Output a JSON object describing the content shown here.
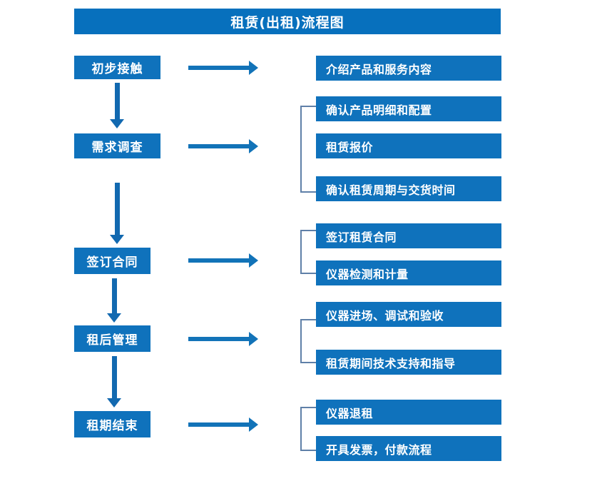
{
  "title": "租赁(出租)流程图",
  "colors": {
    "box_blue": "#0f72bc",
    "title_blue": "#0770bd",
    "arrow_blue": "#1269b0",
    "bracket_gray_blue": "#5f80a8",
    "text_white": "#ffffff",
    "background": "#ffffff"
  },
  "flow": {
    "stages": [
      {
        "label": "初步接触"
      },
      {
        "label": "需求调查"
      },
      {
        "label": "签订合同"
      },
      {
        "label": "租后管理"
      },
      {
        "label": "租期结束"
      }
    ],
    "details": [
      {
        "label": "介绍产品和服务内容"
      },
      {
        "label": "确认产品明细和配置"
      },
      {
        "label": "租赁报价"
      },
      {
        "label": "确认租赁周期与交货时间"
      },
      {
        "label": "签订租赁合同"
      },
      {
        "label": "仪器检测和计量"
      },
      {
        "label": "仪器进场、调试和验收"
      },
      {
        "label": "租赁期间技术支持和指导"
      },
      {
        "label": "仪器退租"
      },
      {
        "label": "开具发票，付款流程"
      }
    ],
    "groups": [
      {
        "stage": "需求调查",
        "items": [
          "确认产品明细和配置",
          "租赁报价",
          "确认租赁周期与交货时间"
        ]
      },
      {
        "stage": "签订合同",
        "items": [
          "签订租赁合同",
          "仪器检测和计量"
        ]
      },
      {
        "stage": "租后管理",
        "items": [
          "仪器进场、调试和验收",
          "租赁期间技术支持和指导"
        ]
      },
      {
        "stage": "租期结束",
        "items": [
          "仪器退租",
          "开具发票，付款流程"
        ]
      }
    ],
    "arrow_count_vertical": 4,
    "arrow_count_horizontal": 5
  }
}
